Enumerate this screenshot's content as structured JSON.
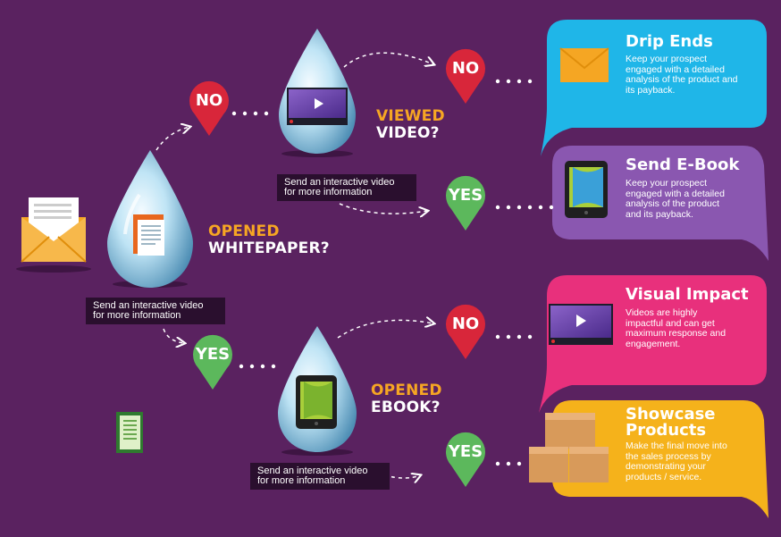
{
  "questions": {
    "whitepaper": {
      "line1": "OPENED",
      "line2": "WHITEPAPER?"
    },
    "video": {
      "line1": "VIEWED",
      "line2": "VIDEO?"
    },
    "ebook": {
      "line1": "OPENED",
      "line2": "EBOOK?"
    }
  },
  "captions": {
    "top": [
      "Send an interactive video",
      "for more information"
    ],
    "left": [
      "Send an interactive video",
      "for more information"
    ],
    "bottom": [
      "Send an interactive video",
      "for more information"
    ]
  },
  "badges": {
    "no": "NO",
    "yes": "YES"
  },
  "outcomes": [
    {
      "title": "Drip Ends",
      "text": [
        "Keep your prospect",
        "engaged with a detailed",
        "analysis of the product and",
        "its payback."
      ],
      "color": "#1fb6e8"
    },
    {
      "title": "Send E-Book",
      "text": [
        "Keep your prospect",
        "engaged with a detailed",
        "analysis of the product",
        "and its payback."
      ],
      "color": "#8a57b0"
    },
    {
      "title": "Visual Impact",
      "text": [
        "Videos are highly",
        "impactful and can get",
        "maximum response and",
        "engagement."
      ],
      "color": "#e8307c"
    },
    {
      "title_lines": [
        "Showcase",
        "Products"
      ],
      "text": [
        "Make the final move into",
        "the sales process by",
        "demonstrating your",
        "products / service."
      ],
      "color": "#f5b21b"
    }
  ],
  "colors": {
    "background": "#5a2260",
    "no_badge": "#d8263a",
    "yes_badge": "#5cb85c",
    "accent": "#f6a623",
    "caption_bg": "#2a0f2e"
  },
  "icons": [
    "envelope-icon",
    "document-icon",
    "video-player-icon",
    "tablet-ebook-icon",
    "boxes-icon"
  ]
}
